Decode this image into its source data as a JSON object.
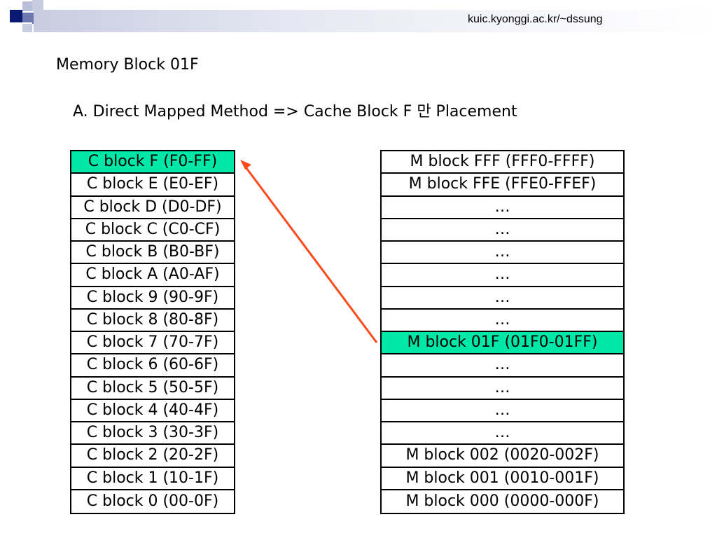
{
  "header": {
    "url": "kuic.kyonggi.ac.kr/~dssung",
    "deco_colors": [
      "#0a1a73",
      "#b9bedb",
      "#6d77b0",
      "#ffffff"
    ]
  },
  "slide": {
    "title": "Memory Block 01F",
    "subtitle": "A. Direct Mapped Method => Cache Block F 만 Placement"
  },
  "cache_blocks": [
    {
      "label": "C block F (F0-FF)",
      "highlight": true
    },
    {
      "label": "C block E (E0-EF)",
      "highlight": false
    },
    {
      "label": "C block D (D0-DF)",
      "highlight": false
    },
    {
      "label": "C block C (C0-CF)",
      "highlight": false
    },
    {
      "label": "C block B (B0-BF)",
      "highlight": false
    },
    {
      "label": "C block A (A0-AF)",
      "highlight": false
    },
    {
      "label": "C block 9 (90-9F)",
      "highlight": false
    },
    {
      "label": "C block 8 (80-8F)",
      "highlight": false
    },
    {
      "label": "C block 7 (70-7F)",
      "highlight": false
    },
    {
      "label": "C block 6 (60-6F)",
      "highlight": false
    },
    {
      "label": "C block 5 (50-5F)",
      "highlight": false
    },
    {
      "label": "C block 4 (40-4F)",
      "highlight": false
    },
    {
      "label": "C block 3 (30-3F)",
      "highlight": false
    },
    {
      "label": "C block 2 (20-2F)",
      "highlight": false
    },
    {
      "label": "C block 1 (10-1F)",
      "highlight": false
    },
    {
      "label": "C block 0 (00-0F)",
      "highlight": false
    }
  ],
  "memory_blocks": [
    {
      "label": "M block FFF (FFF0-FFFF)",
      "highlight": false
    },
    {
      "label": "M block FFE (FFE0-FFEF)",
      "highlight": false
    },
    {
      "label": "…",
      "highlight": false
    },
    {
      "label": "…",
      "highlight": false
    },
    {
      "label": "…",
      "highlight": false
    },
    {
      "label": "…",
      "highlight": false
    },
    {
      "label": "…",
      "highlight": false
    },
    {
      "label": "…",
      "highlight": false
    },
    {
      "label": "M block 01F (01F0-01FF)",
      "highlight": true
    },
    {
      "label": "…",
      "highlight": false
    },
    {
      "label": "…",
      "highlight": false
    },
    {
      "label": "…",
      "highlight": false
    },
    {
      "label": "…",
      "highlight": false
    },
    {
      "label": "M block 002 (0020-002F)",
      "highlight": false
    },
    {
      "label": "M block 001 (0010-001F)",
      "highlight": false
    },
    {
      "label": "M block 000 (0000-000F)",
      "highlight": false
    }
  ],
  "colors": {
    "highlight": "#00e8a8",
    "arrow": "#ff4a1c",
    "border": "#000000"
  },
  "mapping_arrow": {
    "from": "M block 01F (01F0-01FF)",
    "to": "C block F (F0-FF)"
  }
}
